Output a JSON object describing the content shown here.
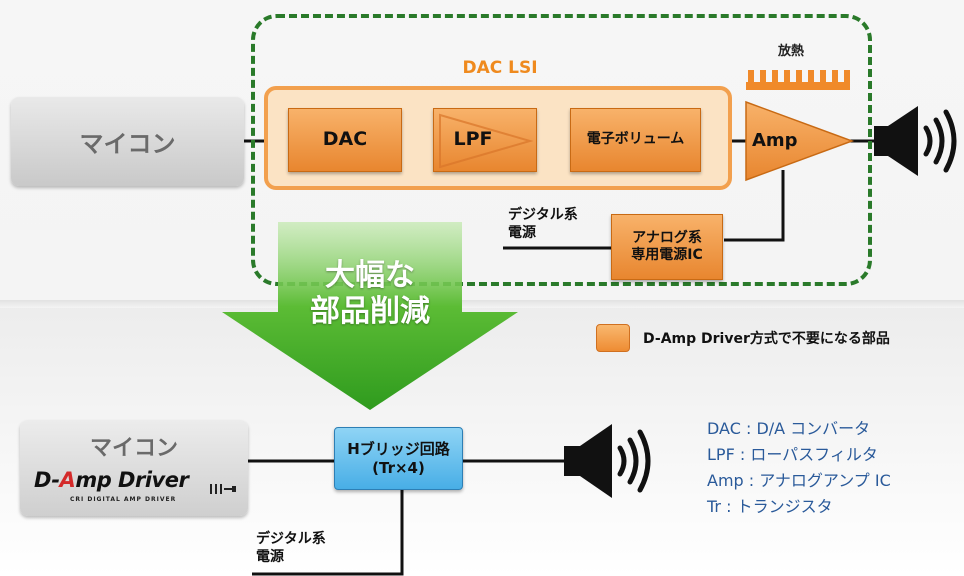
{
  "top": {
    "mcu_label": "マイコン",
    "dac_lsi_label": "DAC LSI",
    "dac_label": "DAC",
    "lpf_label": "LPF",
    "volume_label": "電子ボリューム",
    "amp_label": "Amp",
    "heat_label": "放熱",
    "digital_power_line1": "デジタル系",
    "digital_power_line2": "電源",
    "analog_ic_line1": "アナログ系",
    "analog_ic_line2": "専用電源IC"
  },
  "arrow": {
    "line1": "大幅な",
    "line2": "部品削減"
  },
  "legend": {
    "text": "D-Amp Driver方式で不要になる部品"
  },
  "bottom": {
    "mcu_label": "マイコン",
    "brand_prefix": "D-",
    "brand_a": "A",
    "brand_rest": "mp Driver",
    "brand_sub": "CRI DIGITAL AMP DRIVER",
    "hbridge_line1": "Hブリッジ回路",
    "hbridge_line2": "(Tr×4)",
    "digital_power_line1": "デジタル系",
    "digital_power_line2": "電源"
  },
  "glossary": [
    "DAC : D/A コンバータ",
    "LPF : ローパスフィルタ",
    "Amp : アナログアンプ IC",
    "Tr : トランジスタ"
  ],
  "colors": {
    "dashed_border": "#2a7a2a",
    "orange_component": "#f2a04e",
    "arrow_green": "#4caf2c",
    "hbridge_blue": "#48aee6",
    "glossary_text": "#2a5a9a"
  }
}
